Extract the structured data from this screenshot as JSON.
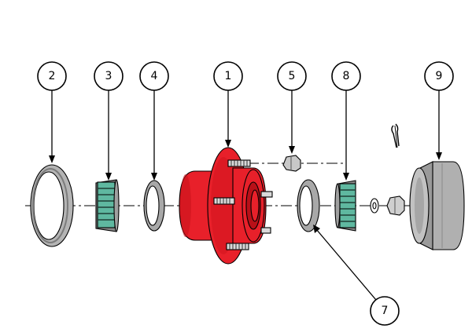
{
  "callouts": [
    {
      "id": "2",
      "part": "outer-race-large"
    },
    {
      "id": "3",
      "part": "inner-bearing-cone"
    },
    {
      "id": "4",
      "part": "inner-bearing-cup"
    },
    {
      "id": "1",
      "part": "hub"
    },
    {
      "id": "5",
      "part": "lug-nut"
    },
    {
      "id": "8",
      "part": "outer-bearing-cone"
    },
    {
      "id": "9",
      "part": "dust-cap"
    },
    {
      "id": "7",
      "part": "outer-bearing-cup"
    }
  ],
  "colors": {
    "hub": "#e8202a",
    "hub_shadow": "#b81018",
    "race": "#b4b4b4",
    "race_dark": "#7c7c7c",
    "bearing_roller": "#5fb8a0",
    "dust_cap": "#b0b0b0",
    "outline": "#000000"
  }
}
